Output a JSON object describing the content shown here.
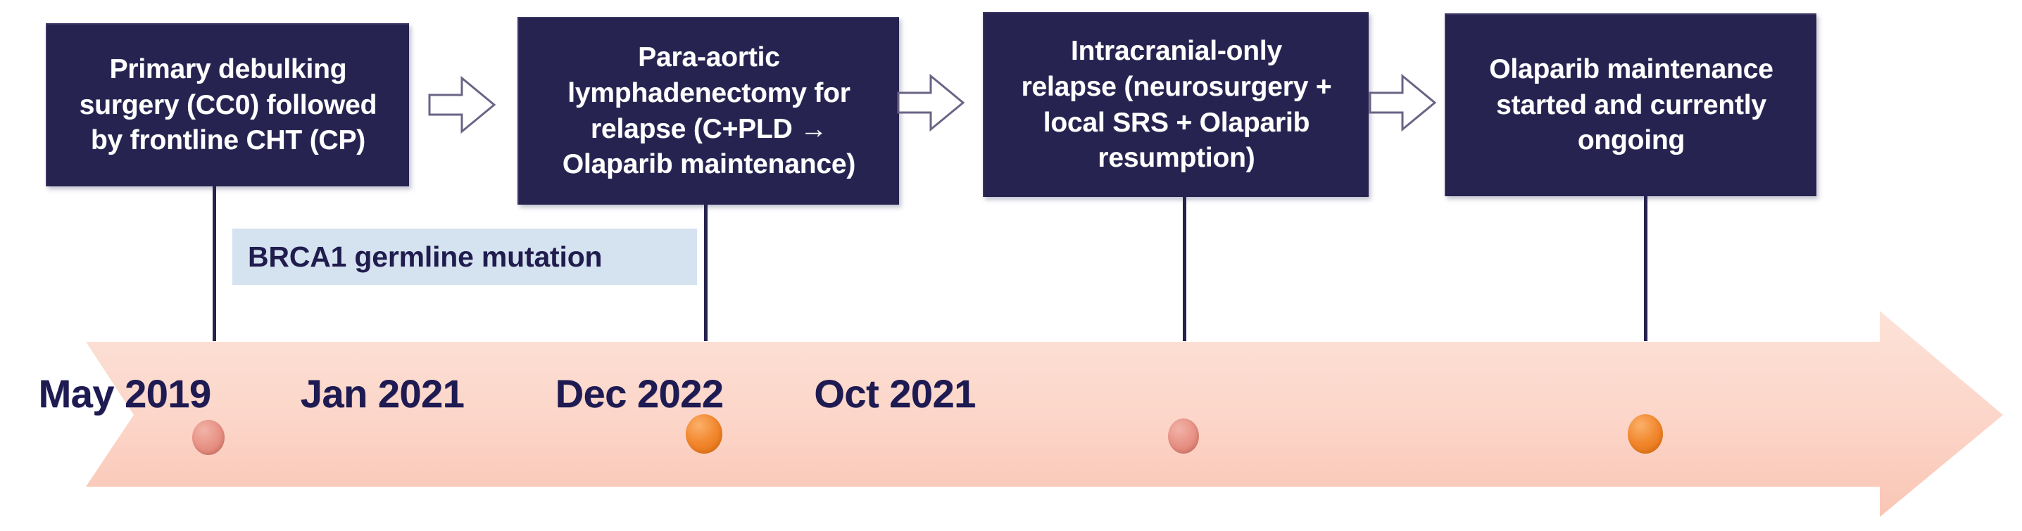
{
  "diagram": {
    "type": "clinical-treatment-timeline",
    "background_color": "#ffffff"
  },
  "colors": {
    "box_fill": "#262350",
    "box_text": "#ffffff",
    "connector_stroke": "#6b6386",
    "connector_fill": "#ffffff",
    "drop_line": "#262350",
    "annotation_fill": "#d5e2f0",
    "annotation_text": "#201c4e",
    "timeline_fill": "#fbd7cb",
    "date_text": "#1e1a52",
    "dot_pale": "#e89487",
    "dot_orange": "#f2882f"
  },
  "steps": [
    {
      "id": "step-1",
      "text": "Primary debulking\nsurgery (CC0) followed\nby frontline CHT (CP)"
    },
    {
      "id": "step-2",
      "text": "Para-aortic\nlymphadenectomy for\nrelapse (C+PLD →\nOlaparib maintenance)"
    },
    {
      "id": "step-3",
      "text": "Intracranial-only\nrelapse (neurosurgery +\nlocal SRS + Olaparib\nresumption)"
    },
    {
      "id": "step-4",
      "text": "Olaparib maintenance\nstarted and currently\nongoing"
    }
  ],
  "connectors": [
    {
      "id": "connector-1-2",
      "icon": "right-arrow-icon"
    },
    {
      "id": "connector-2-3",
      "icon": "right-arrow-icon"
    },
    {
      "id": "connector-3-4",
      "icon": "right-arrow-icon"
    }
  ],
  "annotation": {
    "id": "brca-annotation",
    "text": "BRCA1 germline mutation"
  },
  "timeline": {
    "icon": "right-pointing-banner-arrow",
    "milestones": [
      {
        "id": "milestone-1",
        "date": "May 2019",
        "dot_style": "pale"
      },
      {
        "id": "milestone-2",
        "date": "Jan 2021",
        "dot_style": "orange"
      },
      {
        "id": "milestone-3",
        "date": "Dec 2022",
        "dot_style": "pale"
      },
      {
        "id": "milestone-4",
        "date": "Oct 2021",
        "dot_style": "orange"
      }
    ]
  }
}
